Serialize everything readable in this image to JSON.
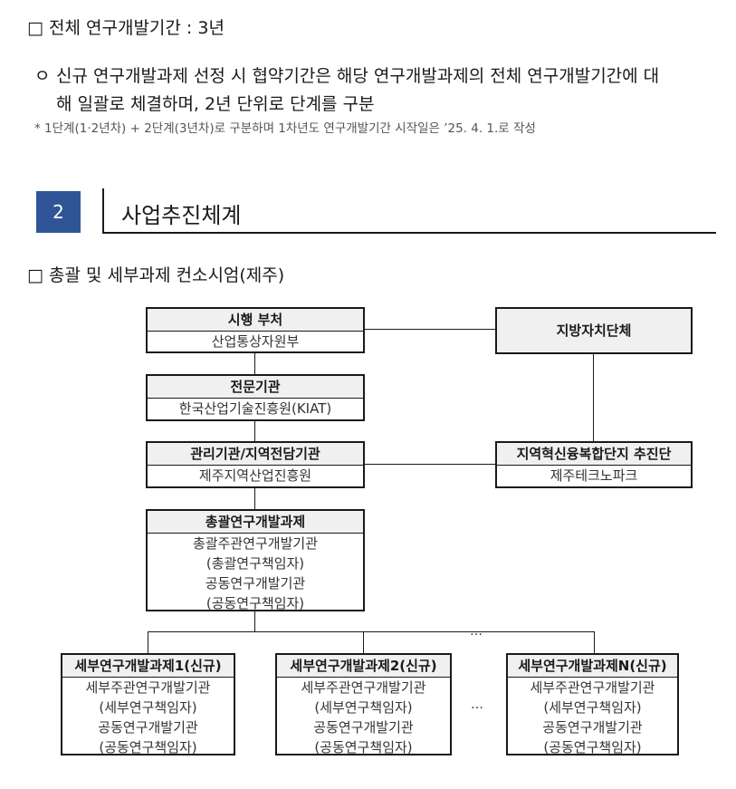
{
  "period": {
    "square": "□",
    "text": "전체 연구개발기간 : 3년"
  },
  "bullet": {
    "marker": "ㅇ",
    "line1": "신규 연구개발과제 선정 시 협약기간은 해당 연구개발과제의 전체 연구개발기간에 대",
    "line2": "해 일괄로 체결하며, 2년 단위로 단계를 구분"
  },
  "note": "* 1단계(1·2년차) + 2단계(3년차)로 구분하며 1차년도 연구개발기간 시작일은 ’25. 4. 1.로 작성",
  "section": {
    "number": "2",
    "title": "사업추진체계"
  },
  "subheading": {
    "square": "□",
    "text": "총괄 및 세부과제 컨소시엄(제주)"
  },
  "org": {
    "ministry": {
      "title": "시행 부처",
      "name": "산업통상자원부"
    },
    "local_gov": {
      "title": "지방자치단체"
    },
    "agency": {
      "title": "전문기관",
      "name": "한국산업기술진흥원(KIAT)"
    },
    "manager": {
      "title": "관리기관/지역전담기관",
      "name": "제주지역산업진흥원"
    },
    "complex": {
      "title": "지역혁신융복합단지 추진단",
      "name": "제주테크노파크"
    },
    "main_project": {
      "title": "총괄연구개발과제",
      "lines": [
        "총괄주관연구개발기관",
        "(총괄연구책임자)",
        "공동연구개발기관",
        "(공동연구책임자)"
      ]
    },
    "sub_projects": [
      {
        "title": "세부연구개발과제1(신규)",
        "lines": [
          "세부주관연구개발기관",
          "(세부연구책임자)",
          "공동연구개발기관",
          "(공동연구책임자)"
        ]
      },
      {
        "title": "세부연구개발과제2(신규)",
        "lines": [
          "세부주관연구개발기관",
          "(세부연구책임자)",
          "공동연구개발기관",
          "(공동연구책임자)"
        ]
      },
      {
        "title": "세부연구개발과제N(신규)",
        "lines": [
          "세부주관연구개발기관",
          "(세부연구책임자)",
          "공동연구개발기관",
          "(공동연구책임자)"
        ]
      }
    ],
    "ellipsis": "…"
  }
}
